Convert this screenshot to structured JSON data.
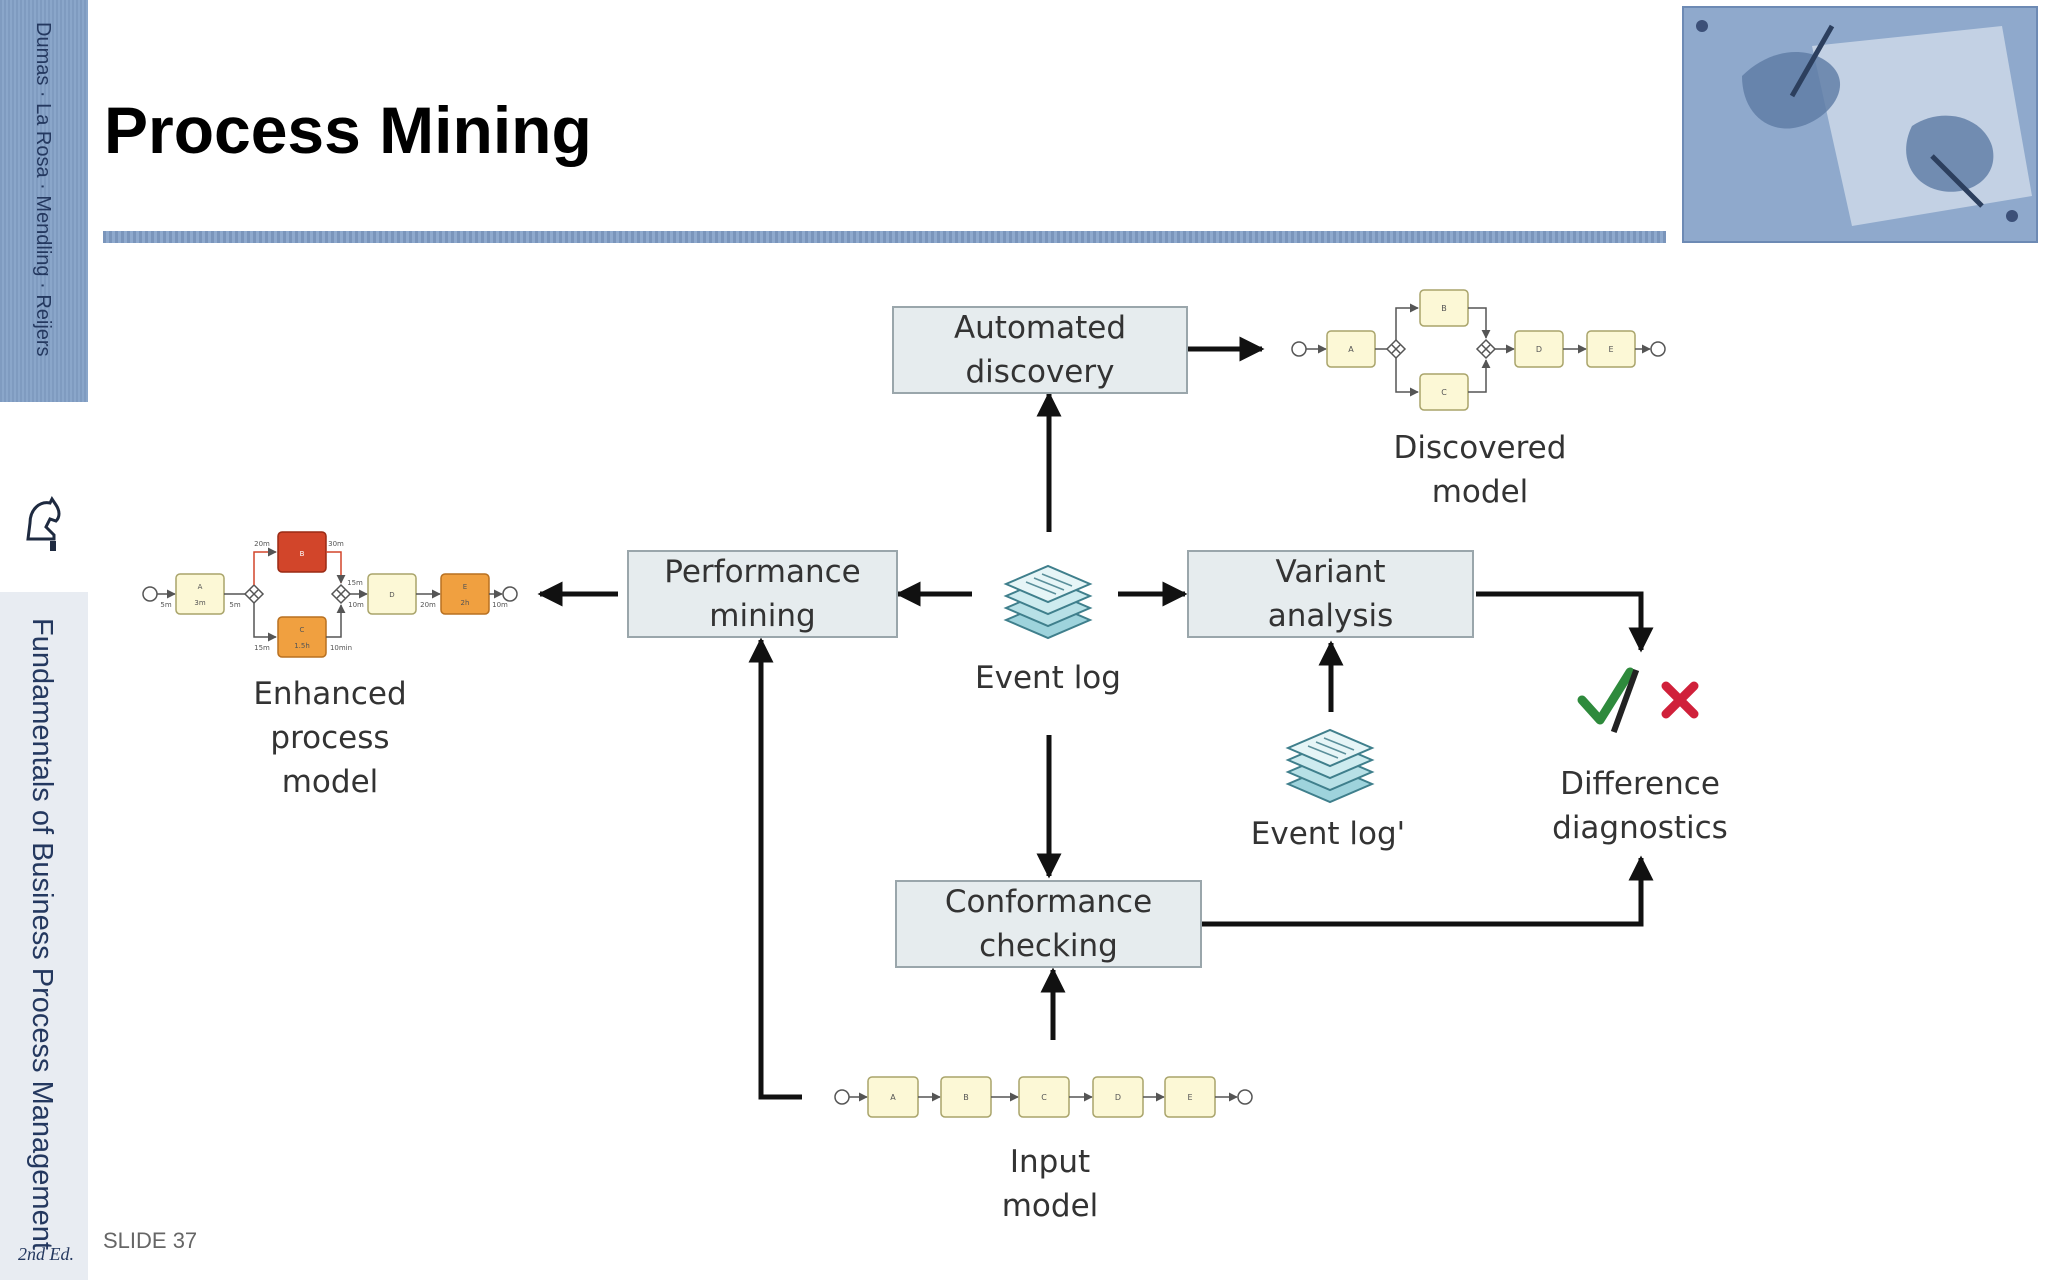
{
  "slide": {
    "title": "Process Mining",
    "slide_number": "SLIDE 37"
  },
  "sidebar": {
    "authors": "Dumas · La Rosa · Mendling · Reijers",
    "book_title": "Fundamentals of Business Process Management",
    "edition": "2nd Ed."
  },
  "diagram": {
    "boxes": {
      "automated_discovery": "Automated\ndiscovery",
      "performance_mining": "Performance\nmining",
      "variant_analysis": "Variant\nanalysis",
      "conformance_checking": "Conformance\nchecking"
    },
    "labels": {
      "event_log": "Event log",
      "event_log_prime": "Event log'",
      "discovered_model": "Discovered\nmodel",
      "enhanced_model": "Enhanced\nprocess\nmodel",
      "difference_diagnostics": "Difference\ndiagnostics",
      "input_model": "Input\nmodel"
    },
    "task_letters": {
      "discovered": [
        "A",
        "B",
        "C",
        "D",
        "E"
      ],
      "input": [
        "A",
        "B",
        "C",
        "D",
        "E"
      ],
      "enhanced": [
        "A",
        "B",
        "C",
        "D",
        "E"
      ]
    },
    "enhanced_annotations": {
      "task_a_time": "3m",
      "task_c_time": "1.5h",
      "task_e_time": "2h",
      "edge_times": [
        "5m",
        "5m",
        "20m",
        "30m",
        "15m",
        "10min",
        "15m",
        "20m",
        "10m",
        "10m"
      ]
    },
    "colors": {
      "box_fill": "#e6ecee",
      "task_fill": "#fcf8d6",
      "task_hot": "#d2452a",
      "task_warm": "#f0a040",
      "check": "#2e8a3c",
      "cross": "#d0203a"
    }
  }
}
